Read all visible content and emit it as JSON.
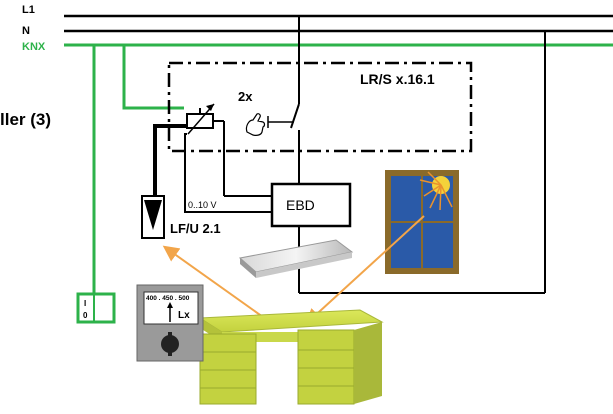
{
  "bus": {
    "l1": "L1",
    "n": "N",
    "knx": "KNX"
  },
  "left_label": "ller (3)",
  "device_box": {
    "title": "LR/S x.16.1"
  },
  "relay": {
    "count_label": "2x"
  },
  "ebd": {
    "label": "EBD"
  },
  "signal": {
    "label": "0..10 V"
  },
  "sensor": {
    "label": "LF/U 2.1"
  },
  "switch": {
    "on_label": "I",
    "off_label": "0"
  },
  "luxmeter": {
    "scale": "400 . 450 . 500",
    "unit": "Lx"
  },
  "colors": {
    "knx_green": "#2db24a",
    "arrow_orange": "#f2a54a",
    "desk_yellow": "#c9d84a",
    "window_blue": "#2a5aa8",
    "window_frame": "#8a6a2a",
    "sun_yellow": "#f4d23a"
  }
}
